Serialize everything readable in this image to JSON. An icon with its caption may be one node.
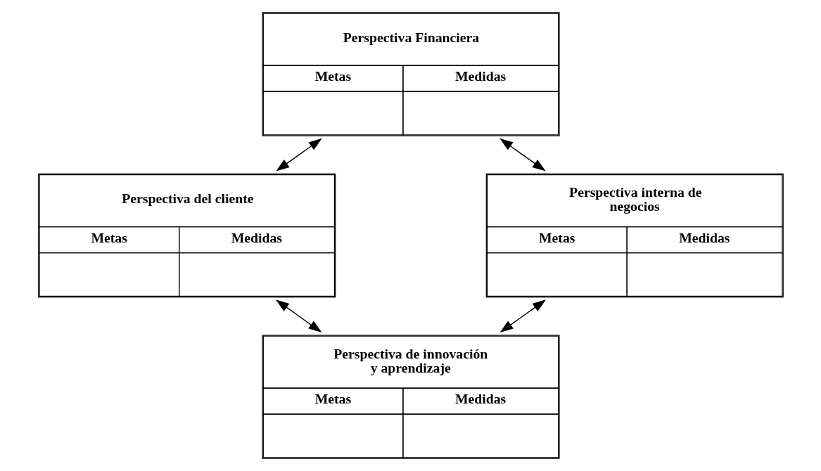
{
  "diagram": {
    "nodes": [
      {
        "text": [
          "Perspectiva Financiera",
          "Metas",
          "Medidas"
        ]
      },
      {
        "text": [
          "Perspectiva del cliente",
          "Metas",
          "Medidas"
        ]
      },
      {
        "text": [
          "Perspectiva interna de negocios",
          "Metas",
          "Medidas"
        ]
      },
      {
        "text": [
          "Perspectiva de innovación y aprendizaje",
          "Metas",
          "Medidas"
        ]
      }
    ],
    "edges": [
      {
        "from": 0,
        "to": 1,
        "arrow": "both"
      },
      {
        "from": 0,
        "to": 2,
        "arrow": "both"
      },
      {
        "from": 1,
        "to": 3,
        "arrow": "both"
      },
      {
        "from": 2,
        "to": 3,
        "arrow": "both"
      }
    ]
  }
}
